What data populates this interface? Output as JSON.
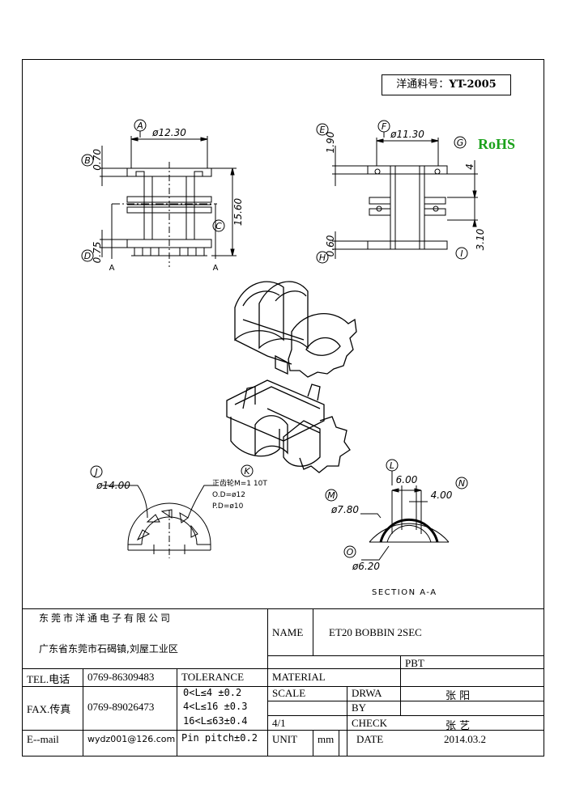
{
  "part_number": {
    "label": "洋通料号：",
    "value": "YT-2005"
  },
  "rohs": "RoHS",
  "front_view": {
    "bubbles": {
      "a": "A",
      "b": "B",
      "c": "C",
      "d": "D"
    },
    "dims": {
      "width": "ø12.30",
      "top": "0.70",
      "height": "15.60",
      "bottom": "0.75"
    },
    "section_marks": {
      "left": "A",
      "right": "A"
    }
  },
  "side_view": {
    "bubbles": {
      "e": "E",
      "f": "F",
      "g": "G",
      "h": "H",
      "i": "I"
    },
    "dims": {
      "width": "ø11.30",
      "top": "1.90",
      "right_top": "4",
      "bottom": "0.60",
      "right_bottom": "3.10"
    }
  },
  "bottom_view": {
    "bubbles": {
      "j": "J",
      "k": "K"
    },
    "dim_od": "ø14.00",
    "gear_note": [
      "正齿轮M=1 10T",
      "O.D=ø12",
      "P.D=ø10"
    ]
  },
  "section_view": {
    "bubbles": {
      "l": "L",
      "m": "M",
      "n": "N",
      "o": "O"
    },
    "dims": {
      "l": "6.00",
      "n": "4.00",
      "m": "ø7.80",
      "o": "ø6.20"
    },
    "caption": "SECTION A-A"
  },
  "title_block": {
    "company": "东莞市洋通电子有限公司",
    "address": "广东省东莞市石碣镇,刘屋工业区",
    "name_label": "NAME",
    "name_value": "ET20 BOBBIN 2SEC",
    "tel_label": "TEL.电话",
    "tel_value": "0769-86309483",
    "fax_label": "FAX.传真",
    "fax_value": "0769-89026473",
    "email_label": "E--mail",
    "email_value": "wydz001@126.com",
    "tolerance_label": "TOLERANCE",
    "tolerance_rows": [
      "0<L≤4   ±0.2",
      "4<L≤16  ±0.3",
      "16<L≤63±0.4"
    ],
    "pin_pitch": "Pin pitch±0.2",
    "material_label": "MATERIAL",
    "material_value": "PBT",
    "scale_label": "SCALE",
    "scale_value": "4/1",
    "drawn_label_1": "DRWA",
    "drawn_label_2": "BY",
    "drawn_value": "张 阳",
    "check_label": "CHECK",
    "check_value": "张 艺",
    "unit_label": "UNIT",
    "unit_value": "mm",
    "date_label": "DATE",
    "date_value": "2014.03.2"
  }
}
